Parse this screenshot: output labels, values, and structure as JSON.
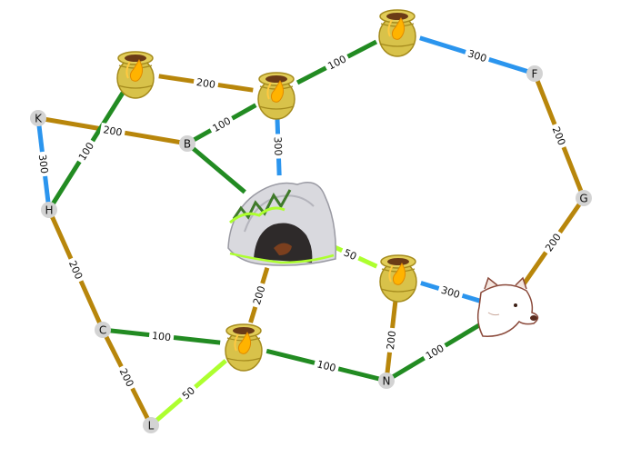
{
  "colors": {
    "green": "#228b22",
    "blue": "#2b95ee",
    "gold": "#b8860b",
    "lime": "#adff2f",
    "node": "#d3d3d3"
  },
  "icons": {
    "honey_pot": "honey-pot-icon",
    "cave": "cave-icon",
    "bear": "bear-icon"
  },
  "nodes": [
    {
      "id": "K",
      "label": "K",
      "kind": "point"
    },
    {
      "id": "B",
      "label": "B",
      "kind": "point"
    },
    {
      "id": "H",
      "label": "H",
      "kind": "point"
    },
    {
      "id": "C",
      "label": "C",
      "kind": "point"
    },
    {
      "id": "L",
      "label": "L",
      "kind": "point"
    },
    {
      "id": "N",
      "label": "N",
      "kind": "point"
    },
    {
      "id": "F",
      "label": "F",
      "kind": "point"
    },
    {
      "id": "G",
      "label": "G",
      "kind": "point"
    },
    {
      "id": "P1",
      "label": "",
      "kind": "honey"
    },
    {
      "id": "P2",
      "label": "",
      "kind": "honey"
    },
    {
      "id": "P3",
      "label": "",
      "kind": "honey"
    },
    {
      "id": "P4",
      "label": "",
      "kind": "honey"
    },
    {
      "id": "P5",
      "label": "",
      "kind": "honey"
    },
    {
      "id": "CAVE",
      "label": "",
      "kind": "cave"
    },
    {
      "id": "BEAR",
      "label": "",
      "kind": "bear"
    }
  ],
  "edges": [
    {
      "from": "P1",
      "to": "P2",
      "weight": "200",
      "color": "gold"
    },
    {
      "from": "P2",
      "to": "P3",
      "weight": "100",
      "color": "green"
    },
    {
      "from": "P3",
      "to": "F",
      "weight": "300",
      "color": "blue"
    },
    {
      "from": "B",
      "to": "P2",
      "weight": "100",
      "color": "green"
    },
    {
      "from": "K",
      "to": "B",
      "weight": "200",
      "color": "gold"
    },
    {
      "from": "P1",
      "to": "H",
      "weight": "100",
      "color": "green"
    },
    {
      "from": "K",
      "to": "H",
      "weight": "300",
      "color": "blue"
    },
    {
      "from": "P2",
      "to": "CAVE",
      "weight": "300",
      "color": "blue"
    },
    {
      "from": "B",
      "to": "CAVE",
      "weight": "",
      "color": "green"
    },
    {
      "from": "F",
      "to": "G",
      "weight": "200",
      "color": "gold"
    },
    {
      "from": "G",
      "to": "BEAR",
      "weight": "200",
      "color": "gold"
    },
    {
      "from": "H",
      "to": "C",
      "weight": "200",
      "color": "gold"
    },
    {
      "from": "CAVE",
      "to": "P4",
      "weight": "50",
      "color": "lime"
    },
    {
      "from": "P4",
      "to": "BEAR",
      "weight": "300",
      "color": "blue"
    },
    {
      "from": "CAVE",
      "to": "P5",
      "weight": "200",
      "color": "gold"
    },
    {
      "from": "C",
      "to": "P5",
      "weight": "100",
      "color": "green"
    },
    {
      "from": "C",
      "to": "L",
      "weight": "200",
      "color": "gold"
    },
    {
      "from": "L",
      "to": "P5",
      "weight": "50",
      "color": "lime"
    },
    {
      "from": "P5",
      "to": "N",
      "weight": "100",
      "color": "green"
    },
    {
      "from": "P4",
      "to": "N",
      "weight": "200",
      "color": "gold"
    },
    {
      "from": "N",
      "to": "BEAR",
      "weight": "100",
      "color": "green"
    }
  ]
}
